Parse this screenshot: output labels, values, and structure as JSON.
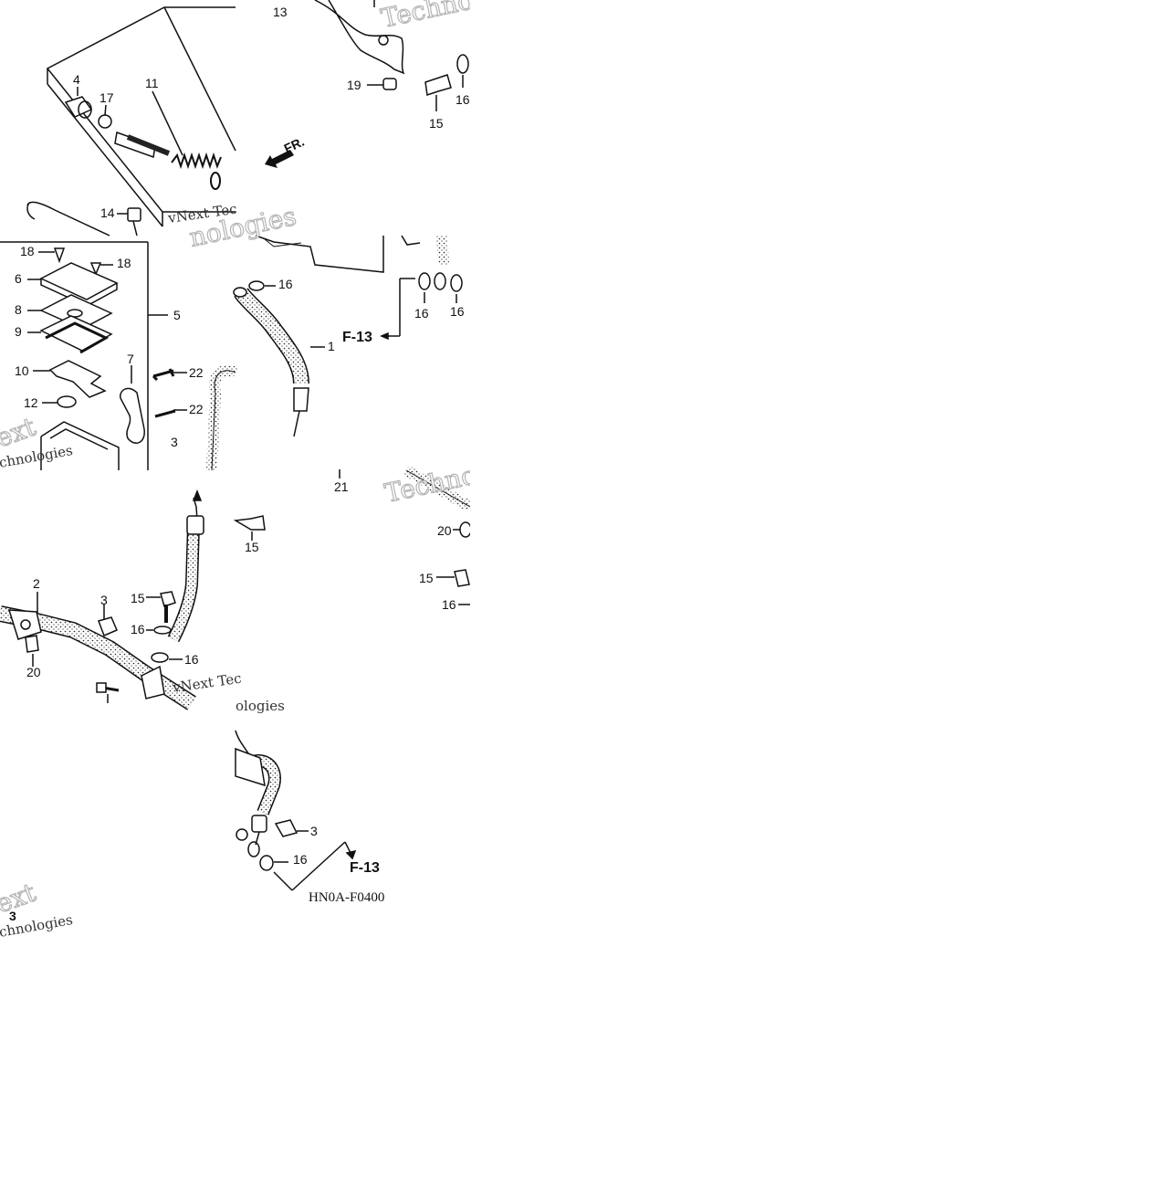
{
  "diagram": {
    "code": "HN0A-F0400",
    "direction_marker": "FR.",
    "references": {
      "upper": "F-13",
      "lower": "F-13"
    },
    "callouts": [
      {
        "id": "c13a",
        "text": "13"
      },
      {
        "id": "c11",
        "text": "11"
      },
      {
        "id": "c4",
        "text": "4"
      },
      {
        "id": "c17",
        "text": "17"
      },
      {
        "id": "c19",
        "text": "19"
      },
      {
        "id": "c15a",
        "text": "15"
      },
      {
        "id": "c16a",
        "text": "16"
      },
      {
        "id": "c14",
        "text": "14"
      },
      {
        "id": "c18a",
        "text": "18"
      },
      {
        "id": "c18b",
        "text": "18"
      },
      {
        "id": "c6",
        "text": "6"
      },
      {
        "id": "c5",
        "text": "5"
      },
      {
        "id": "c8",
        "text": "8"
      },
      {
        "id": "c9",
        "text": "9"
      },
      {
        "id": "c10",
        "text": "10"
      },
      {
        "id": "c7",
        "text": "7"
      },
      {
        "id": "c12",
        "text": "12"
      },
      {
        "id": "c22a",
        "text": "22"
      },
      {
        "id": "c22b",
        "text": "22"
      },
      {
        "id": "c3a",
        "text": "3"
      },
      {
        "id": "c16b",
        "text": "16"
      },
      {
        "id": "c1",
        "text": "1"
      },
      {
        "id": "c16c",
        "text": "16"
      },
      {
        "id": "c16d",
        "text": "16"
      },
      {
        "id": "c21",
        "text": "21"
      },
      {
        "id": "c15b",
        "text": "15"
      },
      {
        "id": "c20a",
        "text": "20"
      },
      {
        "id": "c15c",
        "text": "15"
      },
      {
        "id": "c16e",
        "text": "16"
      },
      {
        "id": "c2",
        "text": "2"
      },
      {
        "id": "c3b",
        "text": "3"
      },
      {
        "id": "c15d",
        "text": "15"
      },
      {
        "id": "c16f",
        "text": "16"
      },
      {
        "id": "c16g",
        "text": "16"
      },
      {
        "id": "c20b",
        "text": "20"
      },
      {
        "id": "c3c",
        "text": "3"
      },
      {
        "id": "c16h",
        "text": "16"
      },
      {
        "id": "c3d",
        "text": "3"
      }
    ],
    "watermarks": [
      "Techno",
      "vNext Tec",
      "nologies",
      "ext",
      "chnologies",
      "Techno",
      "vNext Tec",
      "ologies",
      "ext",
      "chnologies"
    ]
  },
  "colors": {
    "ink": "#111111",
    "paper": "#ffffff",
    "watermark": "#b5b5b5"
  }
}
